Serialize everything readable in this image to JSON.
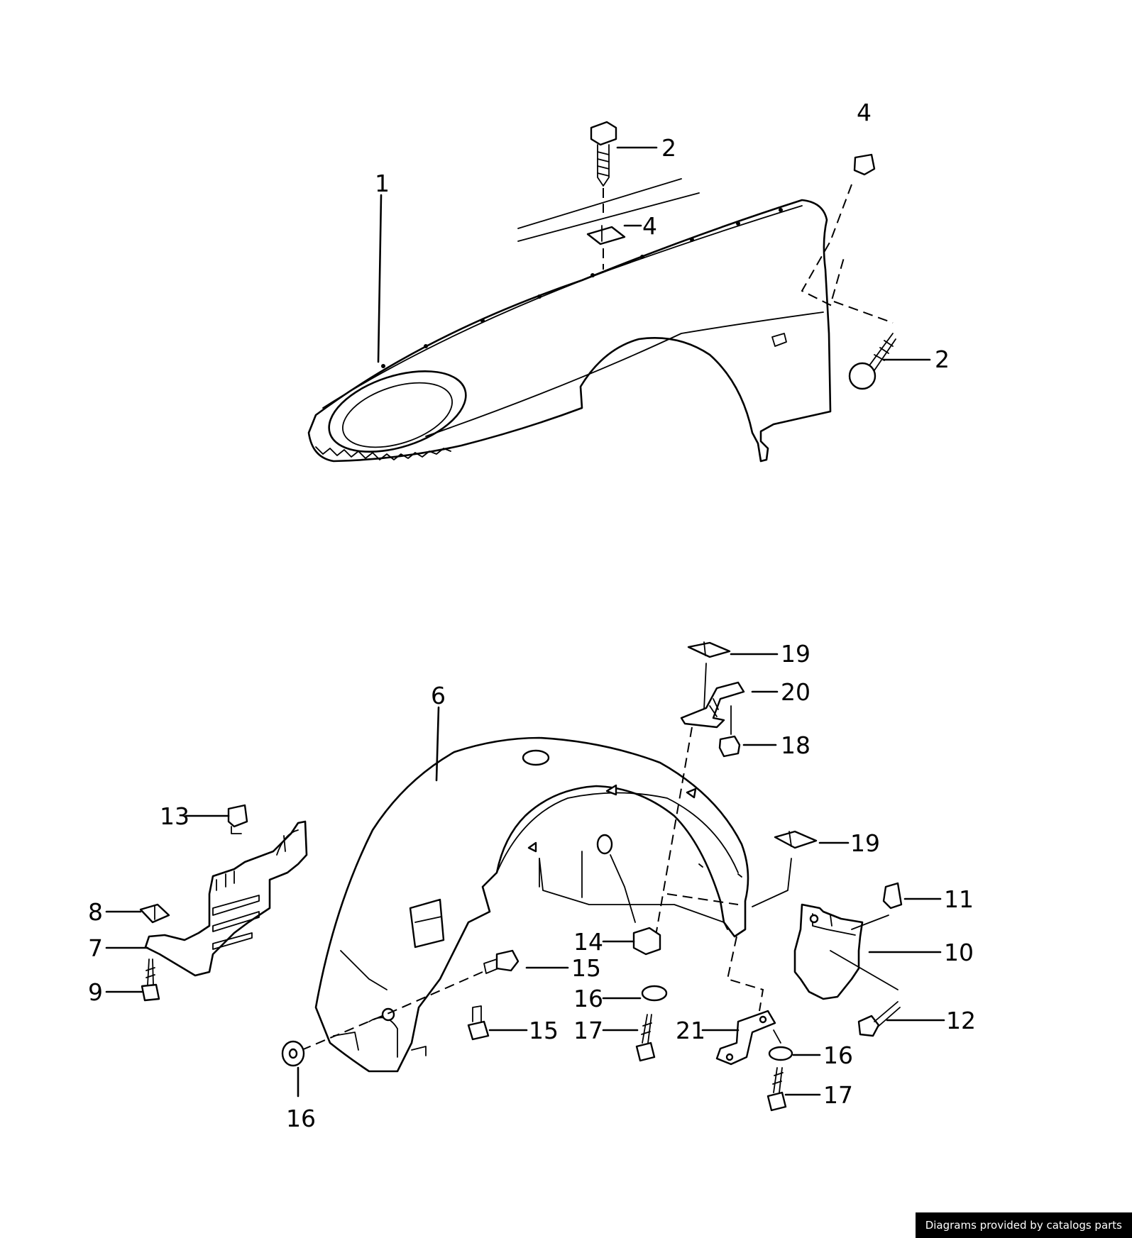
{
  "callouts": [
    {
      "id": "c1",
      "label": "1"
    },
    {
      "id": "c2a",
      "label": "2"
    },
    {
      "id": "c4a",
      "label": "4"
    },
    {
      "id": "c4b",
      "label": "4"
    },
    {
      "id": "c2b",
      "label": "2"
    },
    {
      "id": "c6",
      "label": "6"
    },
    {
      "id": "c19a",
      "label": "19"
    },
    {
      "id": "c20",
      "label": "20"
    },
    {
      "id": "c18",
      "label": "18"
    },
    {
      "id": "c19b",
      "label": "19"
    },
    {
      "id": "c13",
      "label": "13"
    },
    {
      "id": "c11",
      "label": "11"
    },
    {
      "id": "c8",
      "label": "8"
    },
    {
      "id": "c10",
      "label": "10"
    },
    {
      "id": "c7",
      "label": "7"
    },
    {
      "id": "c14",
      "label": "14"
    },
    {
      "id": "c15a",
      "label": "15"
    },
    {
      "id": "c9",
      "label": "9"
    },
    {
      "id": "c16a",
      "label": "16"
    },
    {
      "id": "c12",
      "label": "12"
    },
    {
      "id": "c15b",
      "label": "15"
    },
    {
      "id": "c17a",
      "label": "17"
    },
    {
      "id": "c21",
      "label": "21"
    },
    {
      "id": "c16b",
      "label": "16"
    },
    {
      "id": "c17b",
      "label": "17"
    },
    {
      "id": "c16c",
      "label": "16"
    }
  ],
  "footer": {
    "credit": "Diagrams provided by catalogs parts"
  }
}
